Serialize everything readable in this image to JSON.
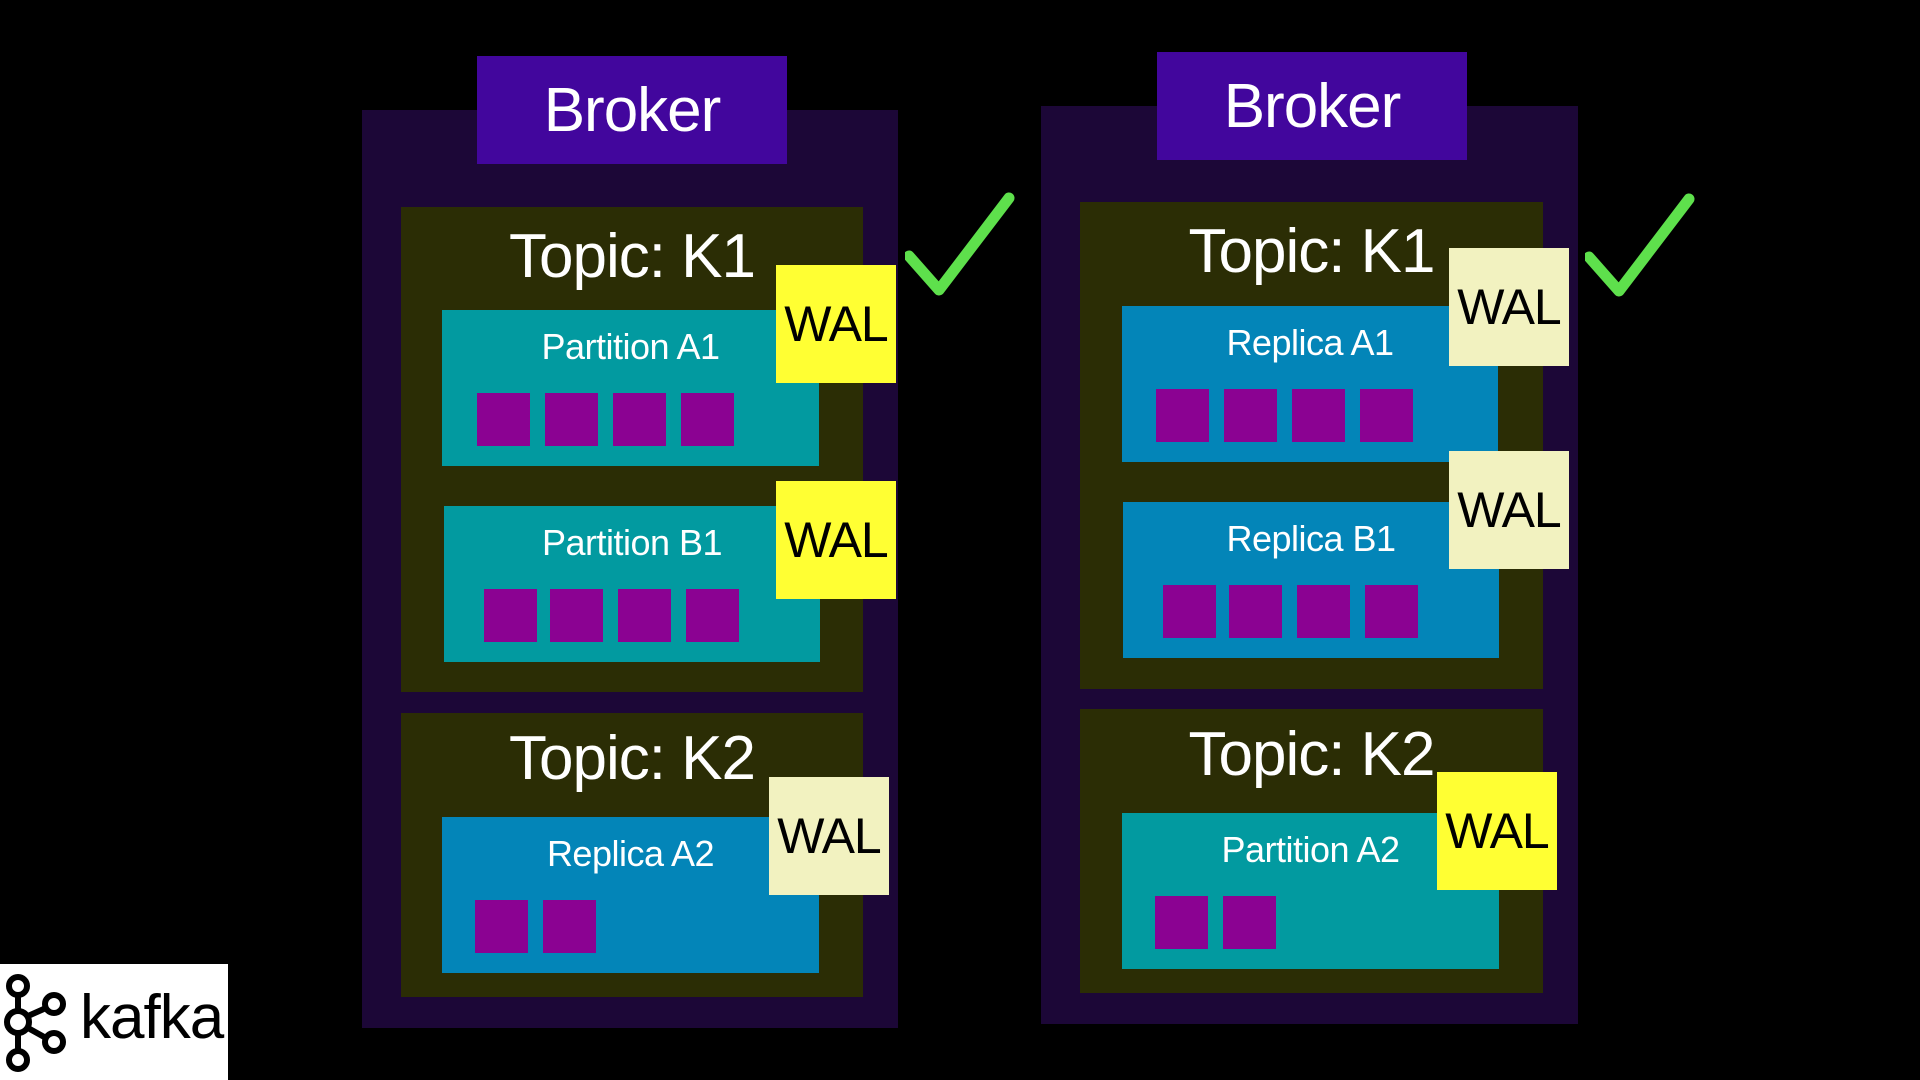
{
  "brokers": [
    {
      "label": "Broker",
      "topics": [
        {
          "title": "Topic: K1",
          "parts": [
            {
              "label": "Partition A1",
              "kind": "partition",
              "messages": 4,
              "wal": "WAL",
              "wal_kind": "leader"
            },
            {
              "label": "Partition B1",
              "kind": "partition",
              "messages": 4,
              "wal": "WAL",
              "wal_kind": "leader"
            }
          ]
        },
        {
          "title": "Topic: K2",
          "parts": [
            {
              "label": "Replica  A2",
              "kind": "replica",
              "messages": 2,
              "wal": "WAL",
              "wal_kind": "follower"
            }
          ]
        }
      ],
      "checkmark": "check-icon"
    },
    {
      "label": "Broker",
      "topics": [
        {
          "title": "Topic: K1",
          "parts": [
            {
              "label": "Replica A1",
              "kind": "replica",
              "messages": 4,
              "wal": "WAL",
              "wal_kind": "follower"
            },
            {
              "label": "Replica  B1",
              "kind": "replica",
              "messages": 4,
              "wal": "WAL",
              "wal_kind": "follower"
            }
          ]
        },
        {
          "title": "Topic: K2",
          "parts": [
            {
              "label": "Partition A2",
              "kind": "partition",
              "messages": 2,
              "wal": "WAL",
              "wal_kind": "leader"
            }
          ]
        }
      ],
      "checkmark": "check-icon"
    }
  ],
  "logo": {
    "text": "kafka",
    "icon": "kafka-logo-icon"
  },
  "colors": {
    "background": "#000000",
    "broker": "#1c0737",
    "broker_label": "#42069d",
    "topic": "#2b2d05",
    "partition": "#029aa0",
    "replica": "#0385b8",
    "message": "#8b0292",
    "wal_leader": "#ffff33",
    "wal_follower": "#f2f2c0",
    "check": "#5ee04c"
  }
}
